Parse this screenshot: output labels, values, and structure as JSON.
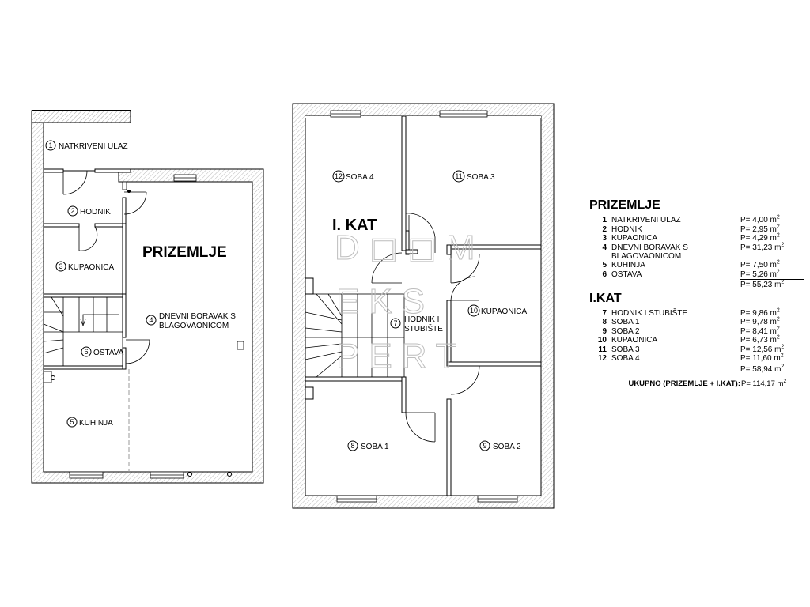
{
  "floors": {
    "ground_title": "PRIZEMLJE",
    "first_title": "I. KAT"
  },
  "watermark": [
    "D◻◻M",
    "EKS",
    "PERT"
  ],
  "ground_rooms": [
    {
      "num": "1",
      "name": "NATKRIVENI ULAZ"
    },
    {
      "num": "2",
      "name": "HODNIK"
    },
    {
      "num": "3",
      "name": "KUPAONICA"
    },
    {
      "num": "4",
      "name_line1": "DNEVNI BORAVAK S",
      "name_line2": "BLAGOVAONICOM"
    },
    {
      "num": "5",
      "name": "KUHINJA"
    },
    {
      "num": "6",
      "name": "OSTAVA"
    }
  ],
  "first_rooms": [
    {
      "num": "7",
      "name_line1": "HODNIK I",
      "name_line2": "STUBIŠTE"
    },
    {
      "num": "8",
      "name": "SOBA 1"
    },
    {
      "num": "9",
      "name": "SOBA 2"
    },
    {
      "num": "10",
      "name": "KUPAONICA"
    },
    {
      "num": "11",
      "name": "SOBA 3"
    },
    {
      "num": "12",
      "name": "SOBA 4"
    }
  ],
  "legend": {
    "ground_heading": "PRIZEMLJE",
    "ground_rows": [
      {
        "n": "1",
        "name": "NATKRIVENI ULAZ",
        "area": "P= 4,00 m"
      },
      {
        "n": "2",
        "name": "HODNIK",
        "area": "P= 2,95 m"
      },
      {
        "n": "3",
        "name": "KUPAONICA",
        "area": "P= 4,29 m"
      },
      {
        "n": "4",
        "name": "DNEVNI BORAVAK S BLAGOVAONICOM",
        "area": "P= 31,23 m"
      },
      {
        "n": "5",
        "name": "KUHINJA",
        "area": "P= 7,50 m"
      },
      {
        "n": "6",
        "name": "OSTAVA",
        "area": "P= 5,26 m"
      }
    ],
    "ground_sum": "P= 55,23 m",
    "first_heading": "I.KAT",
    "first_rows": [
      {
        "n": "7",
        "name": "HODNIK I STUBIŠTE",
        "area": "P= 9,86 m"
      },
      {
        "n": "8",
        "name": "SOBA 1",
        "area": "P= 9,78 m"
      },
      {
        "n": "9",
        "name": "SOBA 2",
        "area": "P= 8,41 m"
      },
      {
        "n": "10",
        "name": "KUPAONICA",
        "area": "P= 6,73 m"
      },
      {
        "n": "11",
        "name": "SOBA 3",
        "area": "P= 12,56 m"
      },
      {
        "n": "12",
        "name": "SOBA 4",
        "area": "P= 11,60 m"
      }
    ],
    "first_sum": "P= 58,94 m",
    "total_label": "UKUPNO (PRIZEMLJE + I.KAT):",
    "total_value": "P= 114,17 m",
    "unit_sup": "2"
  }
}
